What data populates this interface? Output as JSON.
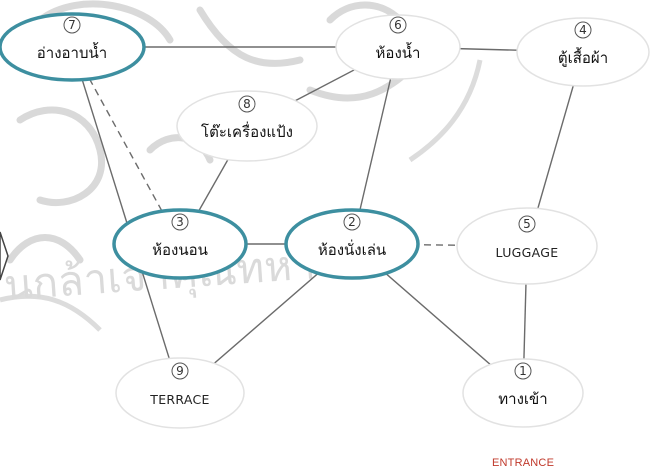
{
  "diagram": {
    "colors": {
      "highlight": "#3d8fa0",
      "edge": "#6b6b6b",
      "node_fill": "#ffffff",
      "node_stroke": "#e2e2e2",
      "entrance": "#c0392b",
      "watermark": "#d6d6d6"
    },
    "nodes": [
      {
        "id": "n7",
        "number": "7",
        "label": "อ่างอาบน้ำ",
        "highlighted": true
      },
      {
        "id": "n6",
        "number": "6",
        "label": "ห้องน้ำ",
        "highlighted": false
      },
      {
        "id": "n4",
        "number": "4",
        "label": "ตู้เสื้อผ้า",
        "highlighted": false
      },
      {
        "id": "n8",
        "number": "8",
        "label": "โต๊ะเครื่องแป้ง",
        "highlighted": false
      },
      {
        "id": "n3",
        "number": "3",
        "label": "ห้องนอน",
        "highlighted": true
      },
      {
        "id": "n2",
        "number": "2",
        "label": "ห้องนั่งเล่น",
        "highlighted": true
      },
      {
        "id": "n5",
        "number": "5",
        "label": "LUGGAGE",
        "highlighted": false
      },
      {
        "id": "n9",
        "number": "9",
        "label": "TERRACE",
        "highlighted": false
      },
      {
        "id": "n1",
        "number": "1",
        "label": "ทางเข้า",
        "highlighted": false
      }
    ],
    "edges": [
      {
        "from": "n7",
        "to": "n6",
        "style": "solid"
      },
      {
        "from": "n7",
        "to": "n3",
        "style": "dashed"
      },
      {
        "from": "n7",
        "to": "n9",
        "style": "solid"
      },
      {
        "from": "n6",
        "to": "n4",
        "style": "solid"
      },
      {
        "from": "n6",
        "to": "n8",
        "style": "solid"
      },
      {
        "from": "n6",
        "to": "n2",
        "style": "solid"
      },
      {
        "from": "n4",
        "to": "n5",
        "style": "solid"
      },
      {
        "from": "n8",
        "to": "n3",
        "style": "solid"
      },
      {
        "from": "n3",
        "to": "n2",
        "style": "solid"
      },
      {
        "from": "n2",
        "to": "n5",
        "style": "dashed"
      },
      {
        "from": "n2",
        "to": "n9",
        "style": "solid"
      },
      {
        "from": "n2",
        "to": "n1",
        "style": "solid"
      },
      {
        "from": "n5",
        "to": "n1",
        "style": "solid"
      }
    ],
    "entrance_label": "ENTRANCE"
  }
}
